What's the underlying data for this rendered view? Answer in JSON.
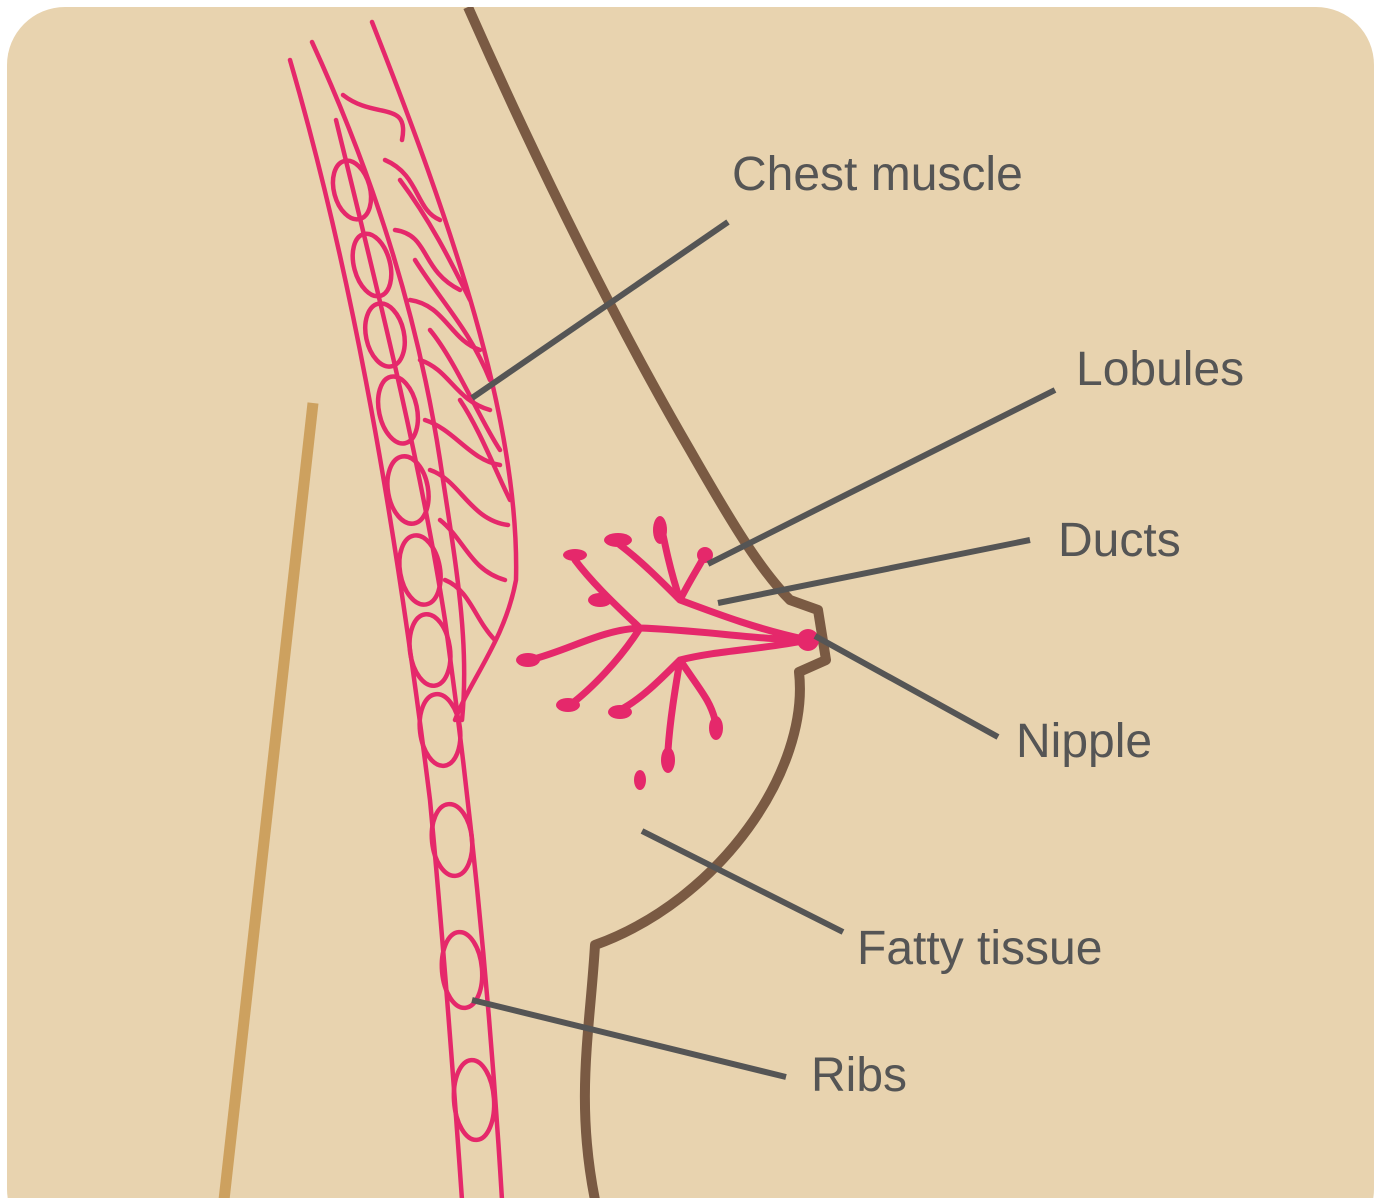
{
  "labels": {
    "chest_muscle": "Chest muscle",
    "lobules": "Lobules",
    "ducts": "Ducts",
    "nipple": "Nipple",
    "fatty_tissue": "Fatty tissue",
    "ribs": "Ribs"
  },
  "colors": {
    "background": "#e8d3af",
    "outline": "#7a5a43",
    "tissue": "#e5286b",
    "backbone": "#cda15f",
    "leader_lines": "#555555"
  }
}
